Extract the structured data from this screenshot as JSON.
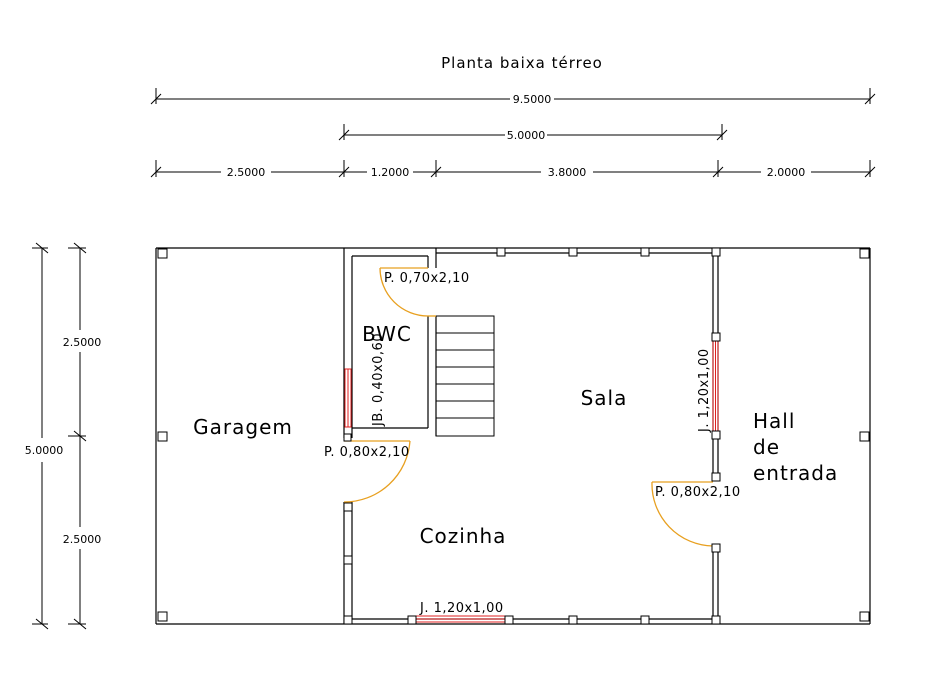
{
  "title": "Planta baixa térreo",
  "dimensions": {
    "top_total": "9.5000",
    "top_middle": "5.0000",
    "top_seg1": "2.5000",
    "top_seg2": "1.2000",
    "top_seg3": "3.8000",
    "top_seg4": "2.0000",
    "left_total": "5.0000",
    "left_upper": "2.5000",
    "left_lower": "2.5000"
  },
  "rooms": {
    "garagem": "Garagem",
    "bwc": "BWC",
    "sala": "Sala",
    "cozinha": "Cozinha",
    "hall_line1": "Hall",
    "hall_line2": "de",
    "hall_line3": "entrada"
  },
  "labels": {
    "door_bwc": "P.  0,70x2,10",
    "door_cozinha": "P.  0,80x2,10",
    "door_hall": "P.  0,80x2,10",
    "window_bwc": "JB.  0,40x0,60",
    "window_sala": "J.  1,20x1,00",
    "window_cozinha": "J.  1,20x1,00"
  },
  "colors": {
    "door_swing": "#e8a020",
    "window": "#e02020",
    "line": "#000000"
  }
}
